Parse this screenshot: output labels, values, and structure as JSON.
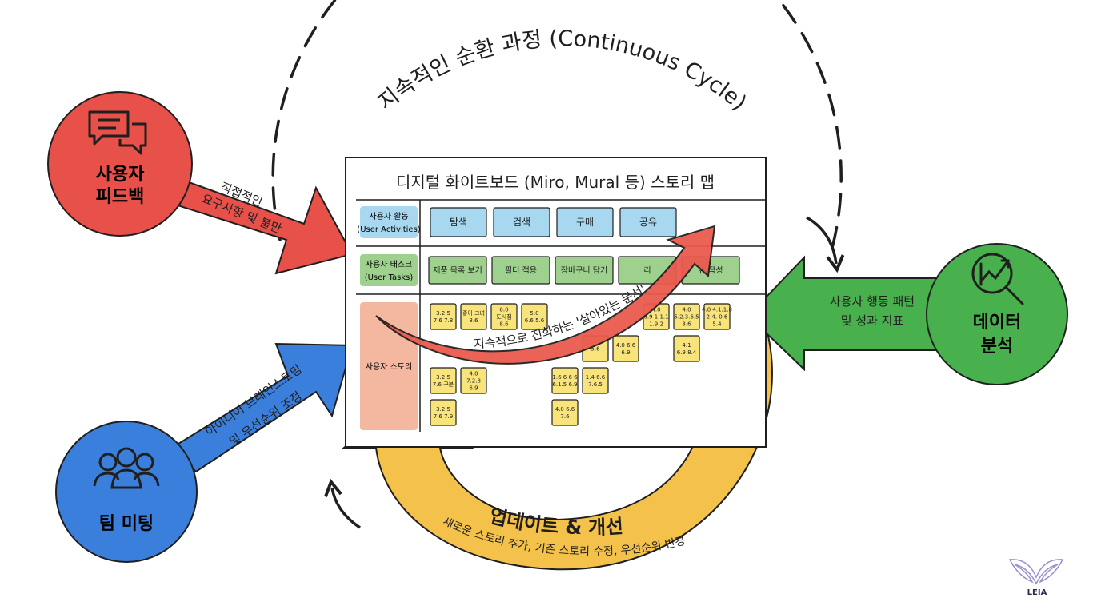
{
  "cycle": {
    "title": "지속적인 순환 과정 (Continuous Cycle)"
  },
  "feedback": {
    "label_line1": "사용자",
    "label_line2": "피드백",
    "icon": "chat-bubbles-icon",
    "color": "#e8504a",
    "arrow_line1": "직접적인",
    "arrow_line2": "요구사항 및 불만"
  },
  "meeting": {
    "label": "팀 미팅",
    "icon": "people-group-icon",
    "color": "#3b7fdc",
    "arrow_line1": "아이디어 브레인스토밍",
    "arrow_line2": "및 우선순위 조정"
  },
  "analytics": {
    "label_line1": "데이터",
    "label_line2": "분석",
    "icon": "magnifier-chart-icon",
    "color": "#48b04d",
    "arrow_line1": "사용자 행동 패턴",
    "arrow_line2": "및 성과 지표"
  },
  "update": {
    "title": "업데이트 & 개선",
    "subtitle": "새로운 스토리 추가, 기존 스토리 수정, 우선순위 변경",
    "color": "#f4c24a"
  },
  "board": {
    "title": "디지털 화이트보드 (Miro, Mural 등) 스토리 맵",
    "rows": {
      "activities": {
        "label": "사용자 활동",
        "sublabel": "(User Activities)"
      },
      "tasks": {
        "label": "사용자 태스크",
        "sublabel": "(User Tasks)"
      },
      "stories": {
        "label": "사용자 스토리"
      }
    },
    "activities": [
      "탐색",
      "검색",
      "구매",
      "공유"
    ],
    "tasks": [
      "제품 목록 보기",
      "필터 적용",
      "장바구니 담기",
      "리",
      "뷰 작성"
    ],
    "stories": [
      [
        "3.2.5\n7.6 7.8",
        "좋아 그녀\n8.6",
        "6.0\n도시점\n8.6",
        "5.0\n6.6 5.6",
        "",
        "",
        "",
        "4.0\n6.9 1.1.1\n1.9.2",
        "4.0\n5.2.3.6.5\n8.6",
        "4.0 4.1.1.8\n2.4. 0.6\n5.4"
      ],
      [
        "",
        "",
        "",
        "",
        "",
        "5.6",
        "4.0 6.6\n6.9",
        "",
        "4.1\n6.9 8.4"
      ],
      [
        "3.2.5\n7.6 구분",
        "4.0\n7.2.8\n6.9",
        "",
        "",
        "1.6 6 6 6\n6.1.5 6.9",
        "1.4 6.6\n7.6.5",
        ""
      ],
      [
        "3.2.5\n7.6 7.9",
        "",
        "",
        "",
        "4.0 6.6\n7.6"
      ]
    ],
    "living_doc": "지속적으로 진화하는 '살아있는 문서'"
  },
  "logo": {
    "text": "LEIA"
  },
  "colors": {
    "ink": "#1f1f1f",
    "sticky_blue": "#a8d8f0",
    "sticky_green": "#9ed08e",
    "sticky_yellow": "#f8e47a",
    "story_label_bg": "#f4b8a0",
    "living_arrow": "#ea5a4f"
  }
}
